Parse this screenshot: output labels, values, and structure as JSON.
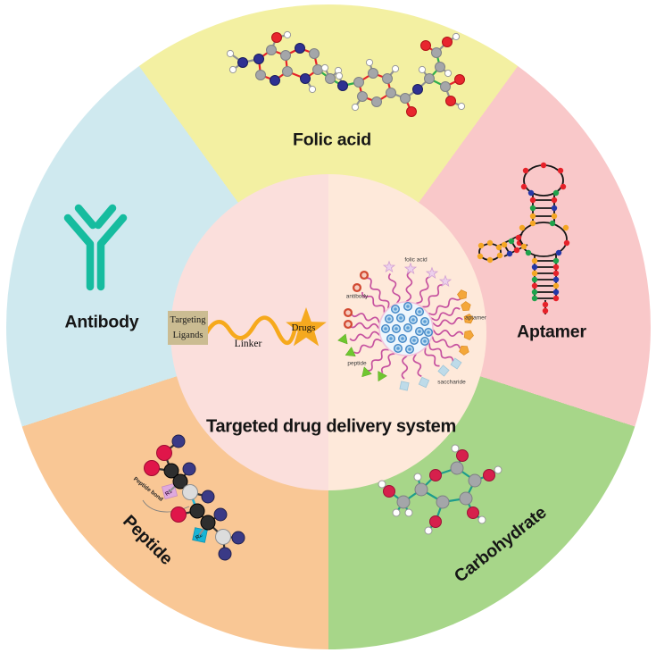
{
  "figure": {
    "title": "Targeted drug delivery system"
  },
  "sectors": {
    "folic_acid": {
      "label": "Folic acid",
      "color": "#f3f0a2"
    },
    "aptamer": {
      "label": "Aptamer",
      "color": "#f9c8c9"
    },
    "carbohydrate": {
      "label": "Carbohydrate",
      "color": "#a7d689"
    },
    "peptide": {
      "label": "Peptide",
      "color": "#f9c795"
    },
    "antibody": {
      "label": "Antibody",
      "color": "#cfe9ef"
    }
  },
  "center_diagram": {
    "targeting_ligands": {
      "line1": "Targeting",
      "line2": "Ligands"
    },
    "linker_label": "Linker",
    "drugs_label": "Drugs"
  },
  "nanoparticle_labels": {
    "folic_acid": "folic acid",
    "antibody": "antibody",
    "aptamer": "aptamer",
    "peptide": "peptide",
    "saccharide": "saccharide"
  },
  "peptide_molecule": {
    "r1": "R1",
    "r2": "R2",
    "peptide_bond_label": "Peptide bond"
  },
  "palette": {
    "center_left": "#fbdfdc",
    "center_right": "#fee9da",
    "antibody_icon": "#16bc9f",
    "linker_orange": "#f6a91c",
    "drug_star": "#f5a91f",
    "ligand_box": "#cbbc92",
    "polymer_chain": "#c6519f"
  }
}
